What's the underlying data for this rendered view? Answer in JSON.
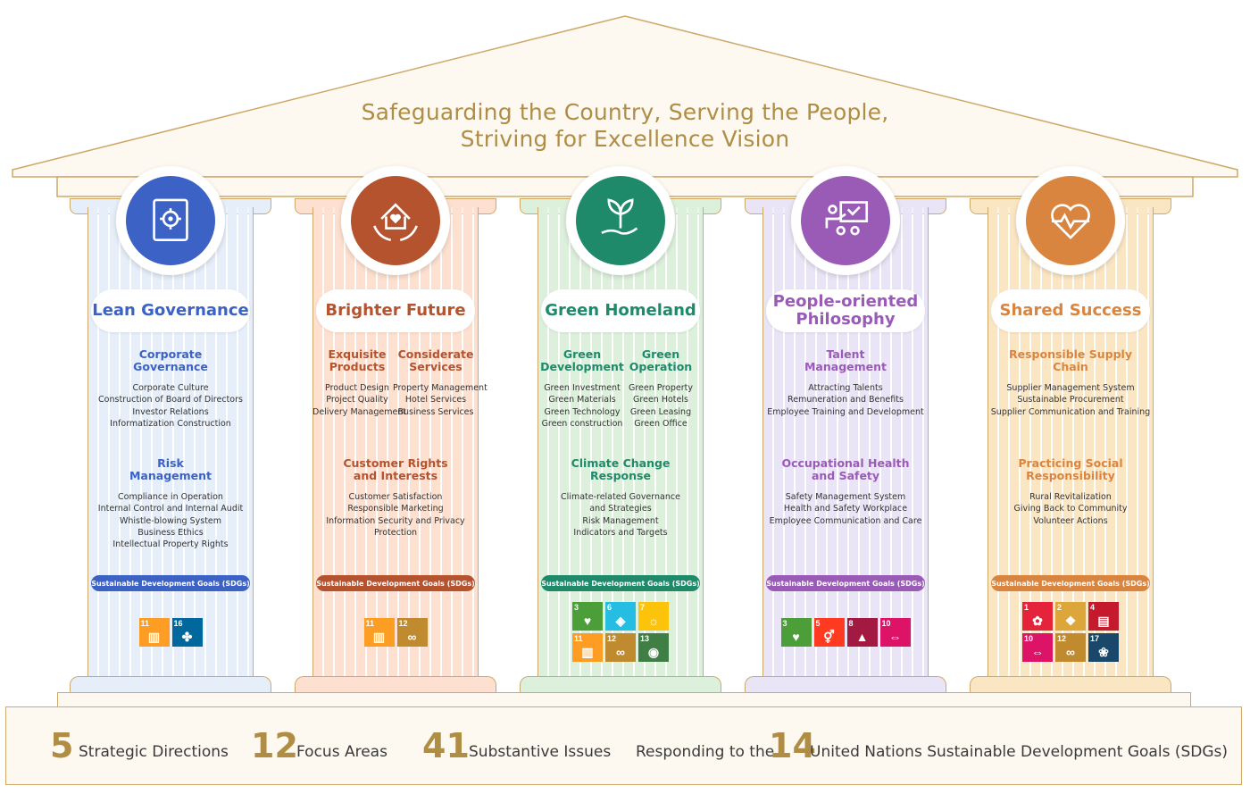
{
  "vision": {
    "line1": "Safeguarding the Country, Serving the People,",
    "line2": "Striving for Excellence Vision"
  },
  "colors": {
    "gold": "#b08d44",
    "border": "#cfa86a"
  },
  "pillars": [
    {
      "title": "Lean Governance",
      "color": "#3b62c4",
      "bg": "#e6eef9",
      "icon": "governance-scroll-gear-icon",
      "groups": [
        {
          "heading": "Corporate\nGovernance",
          "items": [
            "Corporate Culture",
            "Construction of Board of Directors",
            "Investor Relations",
            "Informatization Construction"
          ]
        },
        {
          "heading": "Risk\nManagement",
          "items": [
            "Compliance in Operation",
            "Internal Control and Internal Audit",
            "Whistle-blowing System",
            "Business Ethics",
            "Intellectual Property Rights"
          ]
        }
      ],
      "sdg_label": "Sustainable Development Goals (SDGs)",
      "sdgs": [
        11,
        16
      ]
    },
    {
      "title": "Brighter Future",
      "color": "#b5532f",
      "bg": "#fde0cf",
      "icon": "home-hands-heart-icon",
      "groups": [
        {
          "heading": "Exquisite\nProducts",
          "items": [
            "Product Design",
            "Project Quality",
            "Delivery Management"
          ]
        },
        {
          "heading": "Considerate\nServices",
          "items": [
            "Property Management",
            "Hotel Services",
            "Business Services"
          ]
        },
        {
          "heading": "Customer Rights\nand Interests",
          "items": [
            "Customer Satisfaction",
            "Responsible Marketing",
            "Information Security and Privacy",
            "Protection"
          ]
        }
      ],
      "sdg_label": "Sustainable Development Goals (SDGs)",
      "sdgs": [
        11,
        12
      ]
    },
    {
      "title": "Green Homeland",
      "color": "#1f8a6a",
      "bg": "#ddf0dc",
      "icon": "plant-in-hand-icon",
      "groups": [
        {
          "heading": "Green\nDevelopment",
          "items": [
            "Green Investment",
            "Green Materials",
            "Green Technology",
            "Green construction"
          ]
        },
        {
          "heading": "Green\nOperation",
          "items": [
            "Green Property",
            "Green Hotels",
            "Green Leasing",
            "Green Office"
          ]
        },
        {
          "heading": "Climate Change\nResponse",
          "items": [
            "Climate-related Governance",
            "and Strategies",
            "Risk Management",
            "Indicators and Targets"
          ]
        }
      ],
      "sdg_label": "Sustainable Development Goals (SDGs)",
      "sdgs": [
        3,
        6,
        7,
        11,
        12,
        13
      ]
    },
    {
      "title": "People-oriented\nPhilosophy",
      "color": "#9a5bb6",
      "bg": "#e9e4f6",
      "icon": "presenter-board-icon",
      "groups": [
        {
          "heading": "Talent\nManagement",
          "items": [
            "Attracting Talents",
            "Remuneration and Benefits",
            "Employee Training and Development"
          ]
        },
        {
          "heading": "Occupational Health\nand Safety",
          "items": [
            "Safety Management System",
            "Health and Safety Workplace",
            "Employee Communication and Care"
          ]
        }
      ],
      "sdg_label": "Sustainable Development Goals (SDGs)",
      "sdgs": [
        3,
        5,
        8,
        10
      ]
    },
    {
      "title": "Shared Success",
      "color": "#d9853f",
      "bg": "#fbe6c4",
      "icon": "heart-pulse-icon",
      "groups": [
        {
          "heading": "Responsible Supply\nChain",
          "items": [
            "Supplier Management System",
            "Sustainable Procurement",
            "Supplier Communication and Training"
          ]
        },
        {
          "heading": "Practicing Social\nResponsibility",
          "items": [
            "Rural Revitalization",
            "Giving Back to Community",
            "Volunteer Actions"
          ]
        }
      ],
      "sdg_label": "Sustainable Development Goals (SDGs)",
      "sdgs": [
        1,
        2,
        4,
        10,
        12,
        17
      ]
    }
  ],
  "sdg_colors": {
    "1": "#e5243b",
    "2": "#dda63a",
    "3": "#4c9f38",
    "4": "#c5192d",
    "5": "#ff3a21",
    "6": "#26bde2",
    "7": "#fcc30b",
    "8": "#a21942",
    "10": "#dd1367",
    "11": "#fd9d24",
    "12": "#bf8b2e",
    "13": "#3f7e44",
    "16": "#00689d",
    "17": "#19486a"
  },
  "summary": {
    "n1": "5",
    "l1": "Strategic Directions",
    "n2": "12",
    "l2": "Focus Areas",
    "n3": "41",
    "l3": "Substantive Issues",
    "pre4": "Responding to the",
    "n4": "14",
    "l4": "United Nations Sustainable Development Goals (SDGs)"
  }
}
